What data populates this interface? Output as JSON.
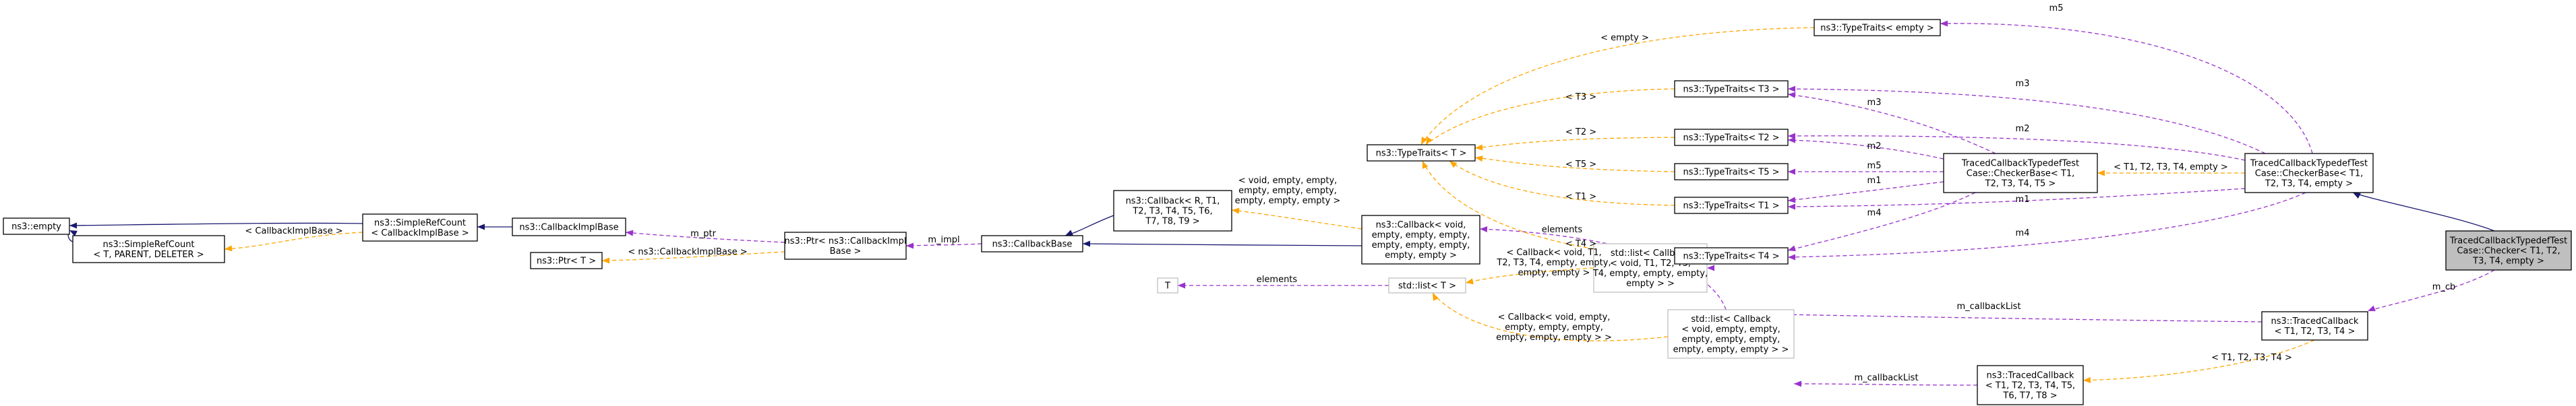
{
  "colors": {
    "inheritance": "#191970",
    "usage": "#9a32cd",
    "template": "#ffa500",
    "focus_fill": "#bfbfbf",
    "external_border": "#bfbfbf"
  },
  "nodes": {
    "empty": {
      "lines": [
        "ns3::empty"
      ]
    },
    "simplerefcount_t": {
      "lines": [
        "ns3::SimpleRefCount",
        "< T, PARENT, DELETER >"
      ]
    },
    "simplerefcount_cb": {
      "lines": [
        "ns3::SimpleRefCount",
        "< CallbackImplBase >"
      ]
    },
    "callbackimplbase": {
      "lines": [
        "ns3::CallbackImplBase"
      ]
    },
    "ptr_t": {
      "lines": [
        "ns3::Ptr< T >"
      ]
    },
    "ptr_cb": {
      "lines": [
        "ns3::Ptr< ns3::CallbackImpl",
        "Base >"
      ]
    },
    "callback_tpl": {
      "lines": [
        "ns3::Callback< R, T1,",
        "T2, T3, T4, T5, T6,",
        "T7, T8, T9 >"
      ]
    },
    "callbackbase": {
      "lines": [
        "ns3::CallbackBase"
      ]
    },
    "callback_void": {
      "lines": [
        "ns3::Callback< void,",
        "empty, empty, empty,",
        "empty, empty, empty,",
        "empty, empty >"
      ]
    },
    "T": {
      "lines": [
        "T"
      ]
    },
    "stdlist_t": {
      "lines": [
        "std::list< T >"
      ]
    },
    "stdlist_cb1": {
      "lines": [
        "std::list< Callback",
        "< void, T1, T2, T3,",
        "T4, empty, empty, empty,",
        "empty > >"
      ]
    },
    "stdlist_cb2": {
      "lines": [
        "std::list< Callback",
        "< void, empty, empty,",
        "empty, empty, empty,",
        "empty, empty, empty > >"
      ]
    },
    "typetraits_t": {
      "lines": [
        "ns3::TypeTraits< T >"
      ]
    },
    "tt_empty": {
      "lines": [
        "ns3::TypeTraits< empty >"
      ]
    },
    "tt_t3": {
      "lines": [
        "ns3::TypeTraits< T3 >"
      ]
    },
    "tt_t2": {
      "lines": [
        "ns3::TypeTraits< T2 >"
      ]
    },
    "tt_t5": {
      "lines": [
        "ns3::TypeTraits< T5 >"
      ]
    },
    "tt_t1": {
      "lines": [
        "ns3::TypeTraits< T1 >"
      ]
    },
    "tt_t4": {
      "lines": [
        "ns3::TypeTraits< T4 >"
      ]
    },
    "checkerbase": {
      "lines": [
        "TracedCallbackTypedefTest",
        "Case::CheckerBase< T1,",
        "T2, T3, T4, T5 >"
      ]
    },
    "checkerbase_spec": {
      "lines": [
        "TracedCallbackTypedefTest",
        "Case::CheckerBase< T1,",
        "T2, T3, T4, empty >"
      ]
    },
    "checker": {
      "lines": [
        "TracedCallbackTypedefTest",
        "Case::Checker< T1, T2,",
        "T3, T4, empty >"
      ]
    },
    "tracedcb_4": {
      "lines": [
        "ns3::TracedCallback",
        "< T1, T2, T3, T4 >"
      ]
    },
    "tracedcb_8": {
      "lines": [
        "ns3::TracedCallback",
        "< T1, T2, T3, T4, T5,",
        "T6, T7, T8 >"
      ]
    }
  },
  "edge_labels": {
    "cb_impl_base": [
      "< CallbackImplBase >"
    ],
    "m_ptr": [
      "m_ptr"
    ],
    "ptr_tpl": [
      "< ns3::CallbackImplBase >"
    ],
    "m_impl": [
      "m_impl"
    ],
    "void_tpl": [
      "< void, empty, empty,",
      "empty, empty, empty,",
      "empty, empty, empty >"
    ],
    "elements_cb": [
      "elements"
    ],
    "elements_t": [
      "elements"
    ],
    "list_cb1_tpl": [
      "< Callback< void, T1,",
      "T2, T3, T4, empty, empty,",
      "empty, empty >"
    ],
    "list_cb2_tpl": [
      "< Callback< void, empty,",
      "empty, empty, empty,",
      "empty, empty, empty > >"
    ],
    "m_callbacklist_4": [
      "m_callbackList"
    ],
    "m_callbacklist_8": [
      "m_callbackList"
    ],
    "traced_tpl": [
      "< T1, T2, T3, T4 >"
    ],
    "m_cb": [
      "m_cb"
    ],
    "tt_empty_tpl": [
      "< empty >"
    ],
    "tt_t3_tpl": [
      "< T3 >"
    ],
    "tt_t2_tpl": [
      "< T2 >"
    ],
    "tt_t5_tpl": [
      "< T5 >"
    ],
    "tt_t1_tpl": [
      "< T1 >"
    ],
    "tt_t4_tpl": [
      "< T4 >"
    ],
    "m5_a": [
      "m5"
    ],
    "m3_a": [
      "m3"
    ],
    "m3_b": [
      "m3"
    ],
    "m2_a": [
      "m2"
    ],
    "m2_b": [
      "m2"
    ],
    "m5_b": [
      "m5"
    ],
    "m1_a": [
      "m1"
    ],
    "m1_b": [
      "m1"
    ],
    "m4_a": [
      "m4"
    ],
    "m4_b": [
      "m4"
    ],
    "checker_spec_tpl": [
      "< T1, T2, T3, T4, empty >"
    ]
  }
}
